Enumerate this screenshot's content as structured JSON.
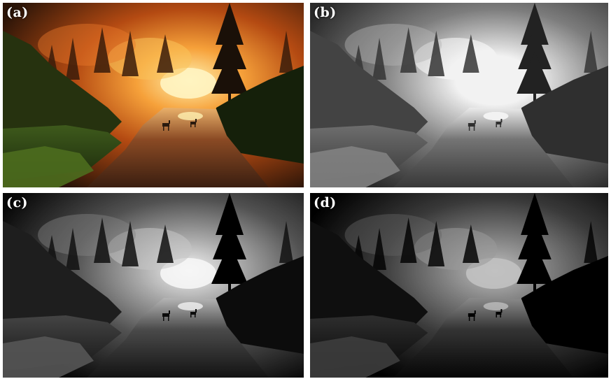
{
  "panels": [
    {
      "id": "a",
      "label": "(a)",
      "rendering": "color"
    },
    {
      "id": "b",
      "label": "(b)",
      "rendering": "grayscale-bright"
    },
    {
      "id": "c",
      "label": "(c)",
      "rendering": "grayscale-contrast"
    },
    {
      "id": "d",
      "label": "(d)",
      "rendering": "grayscale-dark"
    }
  ],
  "colors": {
    "fire_core": "#ffe28a",
    "fire_orange": "#f08a1e",
    "forest_dark": "#1f2a12",
    "river": "#6b3a22"
  }
}
